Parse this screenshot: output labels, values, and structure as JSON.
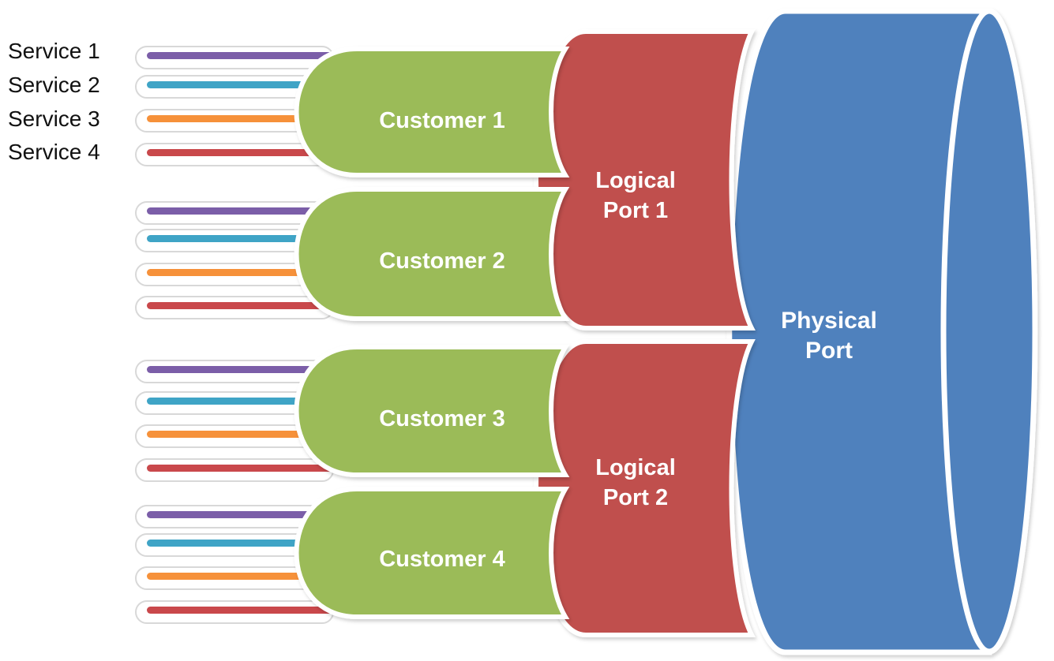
{
  "legend": {
    "services": [
      "Service 1",
      "Service 2",
      "Service 3",
      "Service 4"
    ]
  },
  "customers": [
    "Customer 1",
    "Customer 2",
    "Customer 3",
    "Customer 4"
  ],
  "logical_ports": [
    {
      "line1": "Logical",
      "line2": "Port 1"
    },
    {
      "line1": "Logical",
      "line2": "Port 2"
    }
  ],
  "physical_port": {
    "line1": "Physical",
    "line2": "Port"
  },
  "colors": {
    "service_1": "#7b5ea8",
    "service_2": "#3fa4c6",
    "service_3": "#f6913a",
    "service_4": "#c9484b",
    "customer": "#9bbb59",
    "logical_port": "#c0504d",
    "physical_port": "#4f81bd",
    "text": "#ffffff"
  }
}
